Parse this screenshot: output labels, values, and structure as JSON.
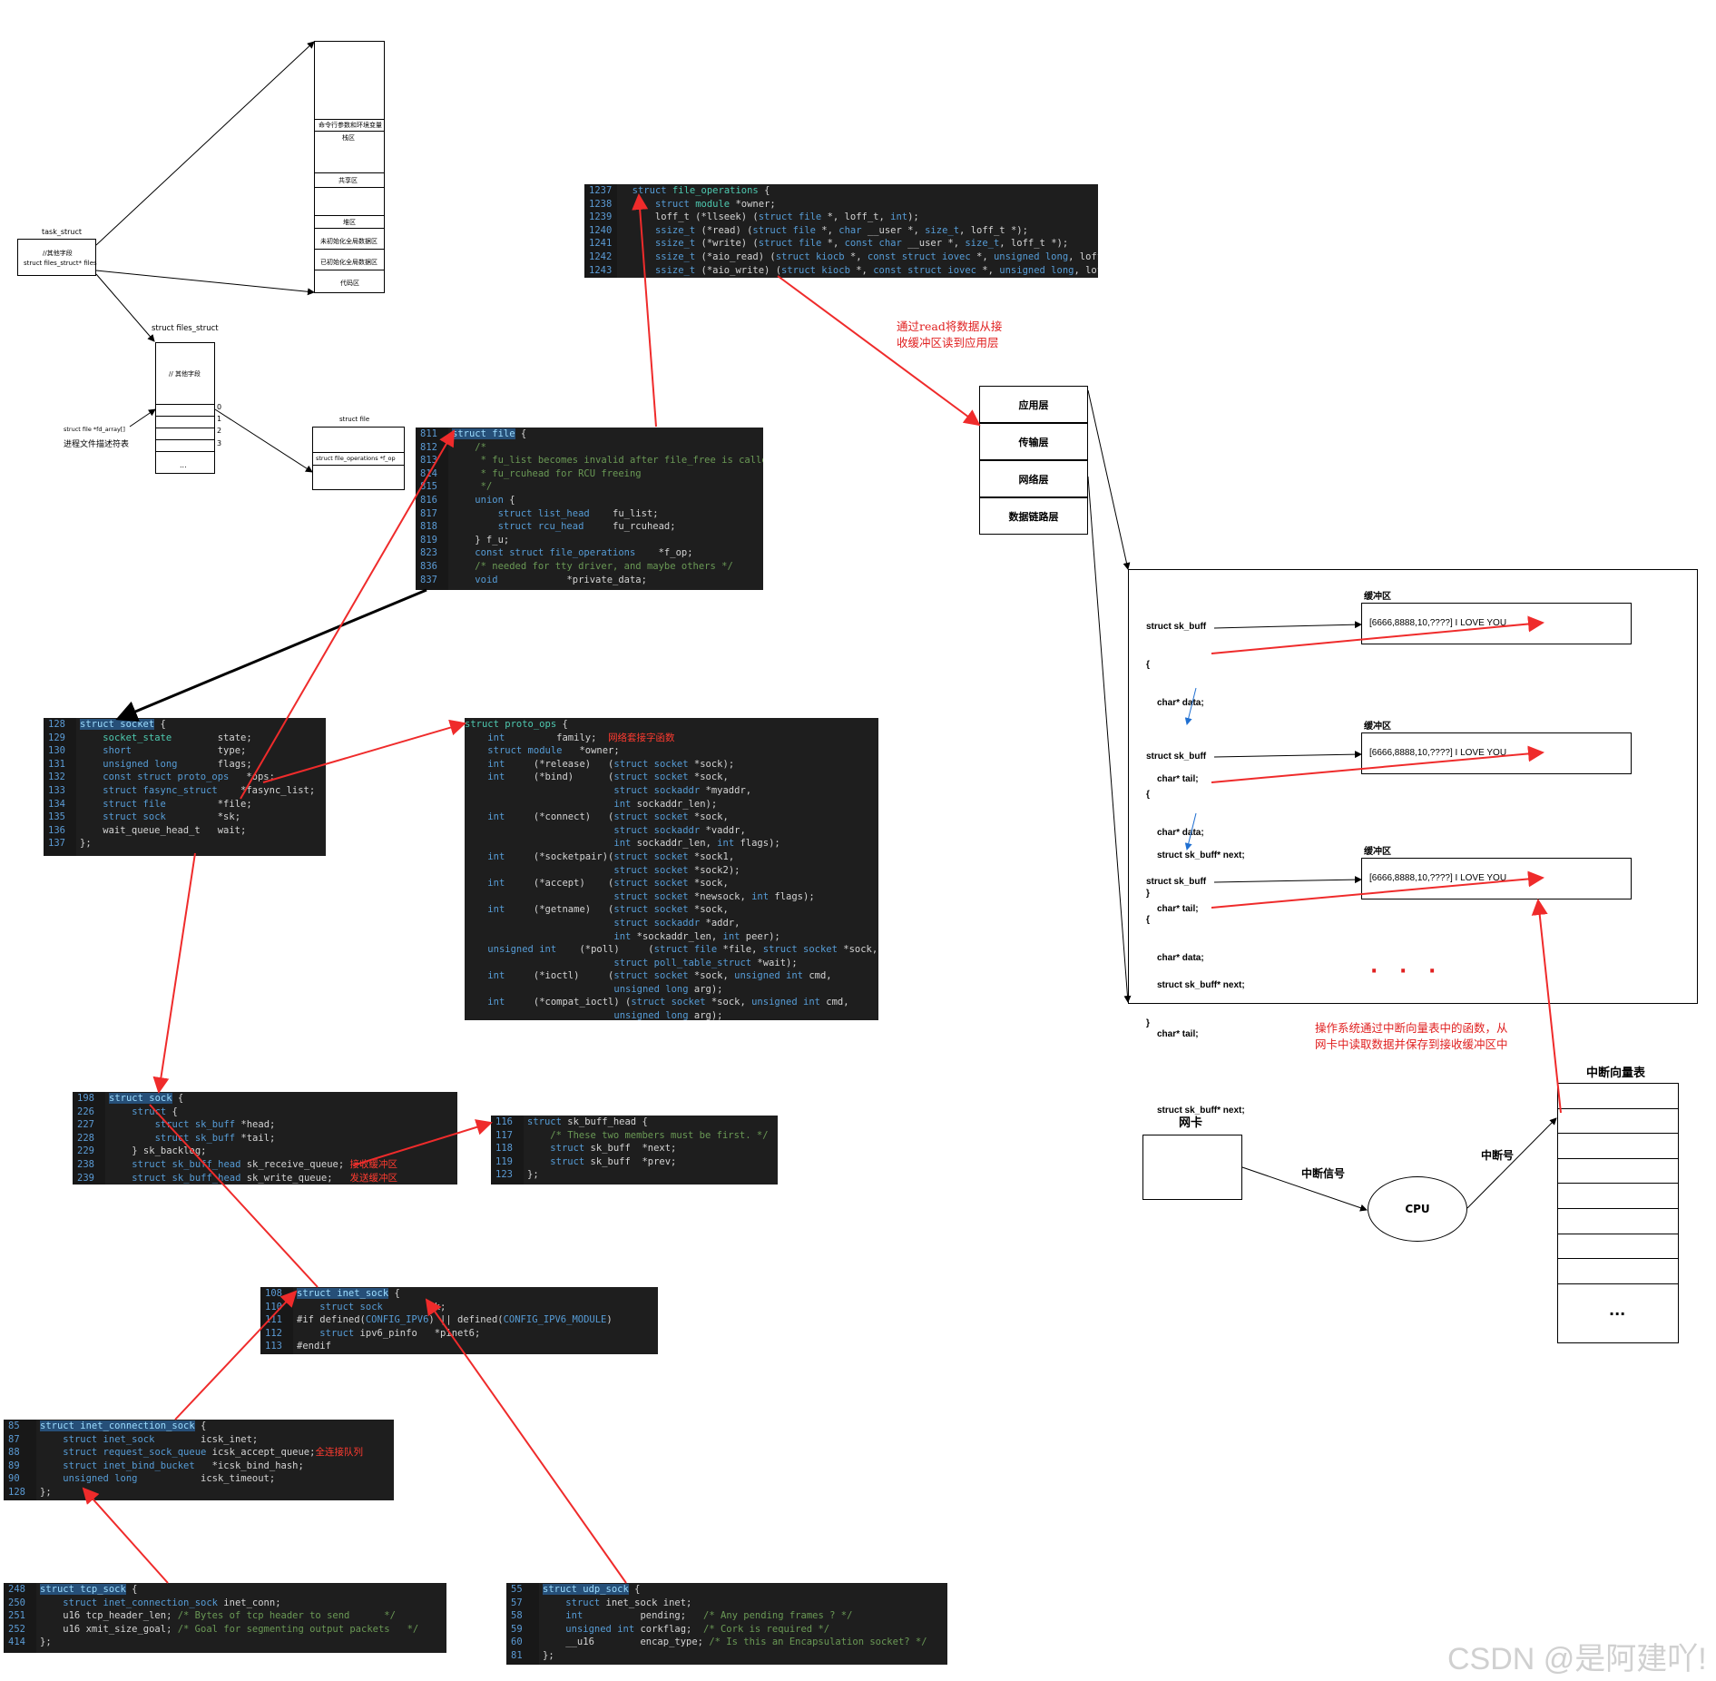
{
  "memory_layout": {
    "task_struct_label": "task_struct",
    "task_struct_fields": [
      "//其他字段",
      "struct files_struct* files"
    ],
    "segments": [
      "命令行参数和环境变量",
      "栈区",
      "",
      "共享区",
      "",
      "堆区",
      "未初始化全局数据区",
      "已初始化全局数据区",
      "代码区"
    ]
  },
  "files_struct": {
    "label": "struct files_struct",
    "other_fields": "// 其他字段",
    "indices": [
      "0",
      "1",
      "2",
      "3"
    ],
    "ellipsis": "...",
    "fd_array_label": "struct file *fd_array[]",
    "fd_table_label": "进程文件描述符表"
  },
  "struct_file_box": {
    "label": "struct file",
    "field": "struct file_operations *f_op"
  },
  "notes": {
    "read_note_line1": "通过read将数据从接",
    "read_note_line2": "收缓冲区读到应用层",
    "irq_note_line1": "操作系统通过中断向量表中的函数，从",
    "irq_note_line2": "网卡中读取数据并保存到接收缓冲区中",
    "net_socket_funcs": "网络套接字函数",
    "recv_queue": "接收缓冲区",
    "send_queue": "发送缓冲区",
    "accept_queue": "全连接队列"
  },
  "layers": [
    "应用层",
    "传输层",
    "网络层",
    "数据链路层"
  ],
  "sk_buff": {
    "lines": [
      "struct sk_buff",
      "{",
      "char* data;",
      "",
      "char* tail;",
      "",
      "struct sk_buff* next;",
      "}"
    ],
    "buffer_title": "缓冲区",
    "buffer_content": "[6666,8888,10,????] I LOVE YOU",
    "dots": "· · ·"
  },
  "hardware": {
    "nic": "网卡",
    "cpu": "CPU",
    "irq_signal": "中断信号",
    "irq_number": "中断号",
    "ivt_title": "中断向量表",
    "ivt_ellipsis": "..."
  },
  "watermark": "CSDN @是阿建吖!"
}
